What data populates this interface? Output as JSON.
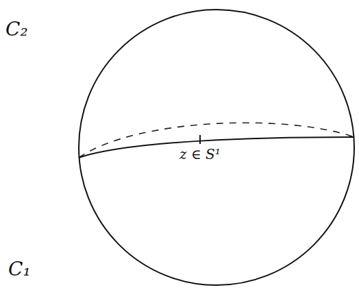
{
  "diagram": {
    "labels": [
      "C₂",
      "C₁",
      "z ∈ S¹"
    ]
  }
}
